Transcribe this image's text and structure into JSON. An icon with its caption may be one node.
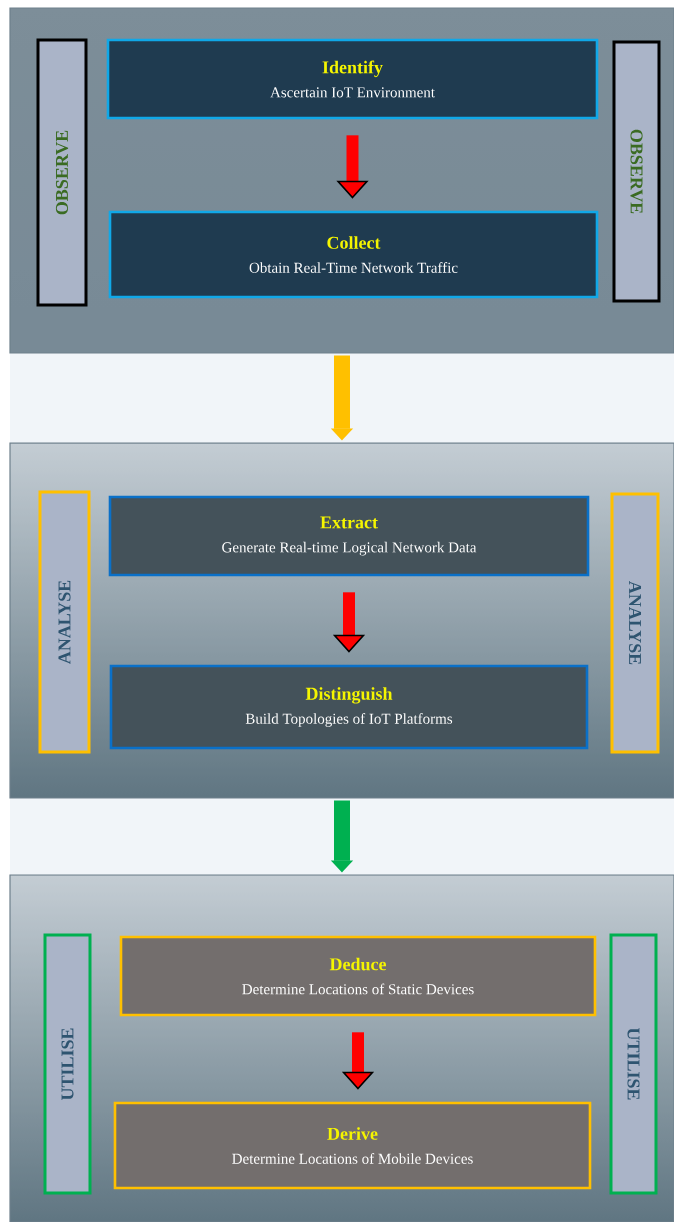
{
  "diagram": {
    "nodes": [
      {
        "text": [],
        "shape": "box"
      },
      {
        "text": [
          "OBSERVE"
        ],
        "in": 0
      },
      {
        "text": [
          "Identify",
          "Ascertain IoT Environment"
        ],
        "in": 0
      },
      {
        "text": [
          "Collect",
          "Obtain Real-Time Network Traffic"
        ],
        "in": 0
      },
      {
        "text": [
          "OBSERVE"
        ],
        "in": 0
      },
      {
        "text": [],
        "shape": "box"
      },
      {
        "text": [
          "ANALYSE"
        ],
        "in": 5
      },
      {
        "text": [
          "Extract",
          "Generate Real-time Logical Network Data"
        ],
        "in": 5
      },
      {
        "text": [
          "Distinguish",
          "Build Topologies of IoT Platforms"
        ],
        "in": 5
      },
      {
        "text": [
          "ANALYSE"
        ],
        "in": 5
      },
      {
        "text": [],
        "shape": "box"
      },
      {
        "text": [
          "UTILISE"
        ],
        "in": 10
      },
      {
        "text": [
          "Deduce",
          "Determine Locations of Static Devices"
        ],
        "in": 10
      },
      {
        "text": [
          "Derive",
          "Determine Locations of Mobile Devices"
        ],
        "in": 10
      },
      {
        "text": [
          "UTILISE"
        ],
        "in": 10
      }
    ],
    "edges": [
      {
        "from": 2,
        "to": 3,
        "arrow": "to"
      },
      {
        "from": 0,
        "to": 5,
        "arrow": "to",
        "color": "#ffc000"
      },
      {
        "from": 7,
        "to": 8,
        "arrow": "to"
      },
      {
        "from": 5,
        "to": 10,
        "arrow": "to",
        "color": "#00b050"
      },
      {
        "from": 12,
        "to": 13,
        "arrow": "to"
      }
    ]
  }
}
